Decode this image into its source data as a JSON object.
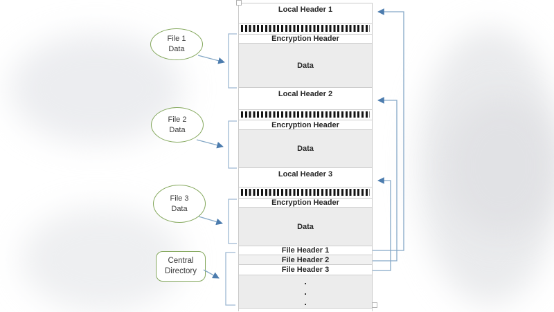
{
  "diagram": {
    "title_implied": "",
    "colors": {
      "green_outline": "#83a75b",
      "blue_line": "#84a7c6",
      "blue_bracket": "#9db8d2",
      "blue_arrowhead": "#4c7cae",
      "box_border": "#c9c9c9",
      "gray_fill": "#ececec"
    },
    "stack": {
      "local_header_1": "Local Header 1",
      "encryption_header_1": "Encryption Header",
      "data_1": "Data",
      "local_header_2": "Local Header 2",
      "encryption_header_2": "Encryption Header",
      "data_2": "Data",
      "local_header_3": "Local Header 3",
      "encryption_header_3": "Encryption Header",
      "data_3": "Data",
      "file_header_1": "File Header 1",
      "file_header_2": "File Header 2",
      "file_header_3": "File Header 3",
      "dots": [
        ".",
        ".",
        "."
      ]
    },
    "labels": {
      "file1": {
        "line1": "File 1",
        "line2": "Data"
      },
      "file2": {
        "line1": "File 2",
        "line2": "Data"
      },
      "file3": {
        "line1": "File 3",
        "line2": "Data"
      },
      "central": {
        "line1": "Central",
        "line2": "Directory"
      }
    }
  }
}
